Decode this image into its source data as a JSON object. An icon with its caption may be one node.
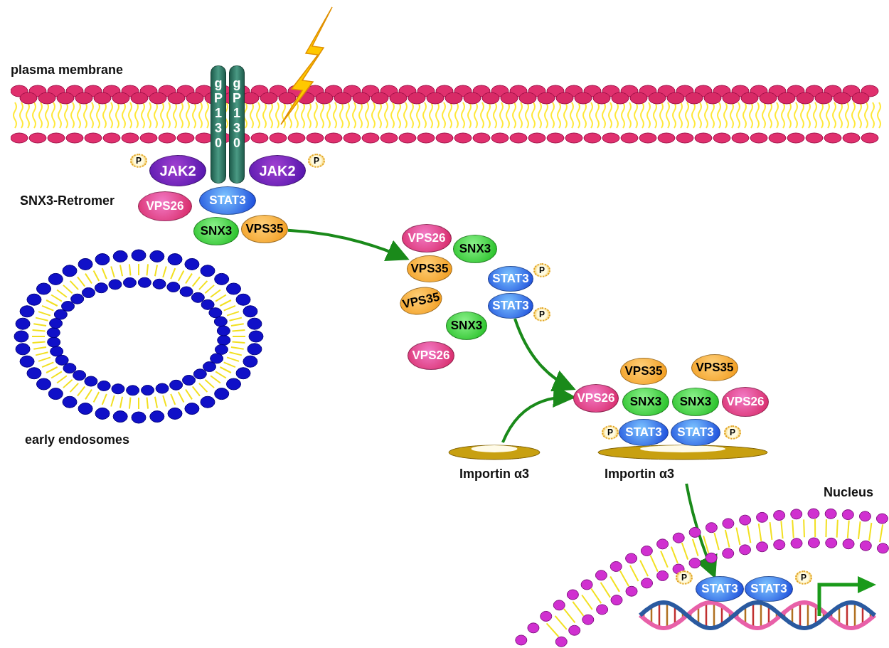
{
  "diagram": {
    "nodes": [
      {
        "text": [
          "plasma membrane"
        ]
      },
      {
        "text": [
          "gP130"
        ]
      },
      {
        "text": [
          "gP130"
        ]
      },
      {
        "text": [
          "P"
        ]
      },
      {
        "text": [
          "JAK2"
        ]
      },
      {
        "text": [
          "JAK2"
        ]
      },
      {
        "text": [
          "P"
        ]
      },
      {
        "text": [
          "STAT3"
        ]
      },
      {
        "text": [
          "VPS26"
        ]
      },
      {
        "text": [
          "SNX3"
        ]
      },
      {
        "text": [
          "VPS35"
        ]
      },
      {
        "text": [
          "early endosomes"
        ]
      },
      {
        "text": [
          "VPS26"
        ]
      },
      {
        "text": [
          "SNX3"
        ]
      },
      {
        "text": [
          "VPS35"
        ]
      },
      {
        "text": [
          "STAT3"
        ]
      },
      {
        "text": [
          "P"
        ]
      },
      {
        "text": [
          "STAT3"
        ]
      },
      {
        "text": [
          "P"
        ]
      },
      {
        "text": [
          "VPS35"
        ]
      },
      {
        "text": [
          "SNX3"
        ]
      },
      {
        "text": [
          "VPS26"
        ]
      },
      {
        "text": [
          "VPS35"
        ]
      },
      {
        "text": [
          "VPS35"
        ]
      },
      {
        "text": [
          "VPS26"
        ]
      },
      {
        "text": [
          "SNX3"
        ]
      },
      {
        "text": [
          "SNX3"
        ]
      },
      {
        "text": [
          "VPS26"
        ]
      },
      {
        "text": [
          "P"
        ]
      },
      {
        "text": [
          "STAT3"
        ]
      },
      {
        "text": [
          "STAT3"
        ]
      },
      {
        "text": [
          "P"
        ]
      },
      {
        "text": [
          "Importin α3"
        ]
      },
      {
        "text": [
          "Importin α3"
        ]
      },
      {
        "text": [
          "Nucleus"
        ]
      },
      {
        "text": [
          "P"
        ],
        "in": 34
      },
      {
        "text": [
          "P"
        ],
        "in": 34
      },
      {
        "text": [
          "STAT3"
        ],
        "in": 34
      },
      {
        "text": [
          "STAT3"
        ],
        "in": 34
      }
    ],
    "edges": [
      {
        "from": 10,
        "to": 14,
        "arrow": "to"
      },
      {
        "from": 17,
        "to": 24,
        "arrow": "to"
      },
      {
        "from": 32,
        "to": 24,
        "arrow": "to"
      },
      {
        "from": 33,
        "to": 37,
        "arrow": "to"
      }
    ],
    "labels": [
      "SNX3-Retromer"
    ]
  }
}
